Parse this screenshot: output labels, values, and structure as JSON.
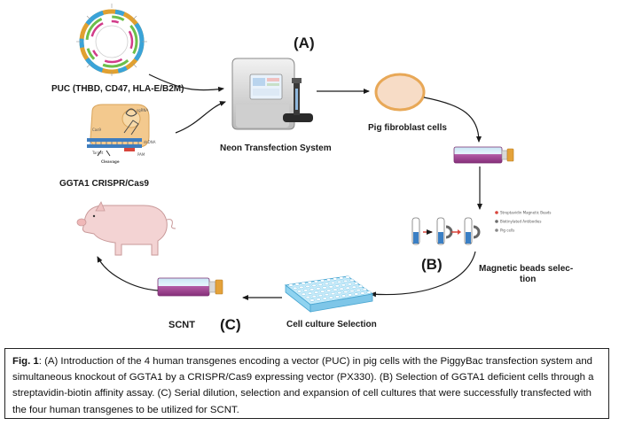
{
  "labels": {
    "step_a": "(A)",
    "step_b": "(B)",
    "step_c": "(C)",
    "puc": "PUC (THBD, CD47, HLA-E/B2M)",
    "ggta1": "GGTA1 CRISPR/Cas9",
    "neon": "Neon Transfection System",
    "fibroblast": "Pig fibroblast cells",
    "magnetic_1": "Magnetic beads selec-",
    "magnetic_2": "tion",
    "culture": "Cell culture Selection",
    "scnt": "SCNT"
  },
  "crispr_labels": {
    "cas9": "Cas9",
    "sgrna": "sgRNA",
    "target": "Target",
    "dsdna": "dsDNA",
    "pam": "PAM",
    "cleavage": "Cleavage"
  },
  "bead_legend": [
    "Streptavidin Magnetic Beads",
    "Biotinylated Antibodies",
    "Pig cells"
  ],
  "caption": {
    "fig_label": "Fig. 1",
    "text": ": (A) Introduction of the 4 human transgenes encoding a vector (PUC) in pig cells with the PiggyBac transfection system and simultaneous knockout of GGTA1 by a CRISPR/Cas9 expressing vector (PX330). (B) Selection of GGTA1 deficient cells through a streptavidin-biotin affinity assay. (C) Serial dilution, selection and expansion of cell cultures that were successfully transfected with the four human transgenes to be utilized for SCNT."
  },
  "colors": {
    "flask_body": "#9b3f8e",
    "flask_cap": "#e4a23a",
    "fibroblast_fill": "#f7dcc6",
    "fibroblast_ring": "#e8a857",
    "plate": "#8fd3f0",
    "pig": "#f3d3d3",
    "pam": "#d8453c"
  }
}
